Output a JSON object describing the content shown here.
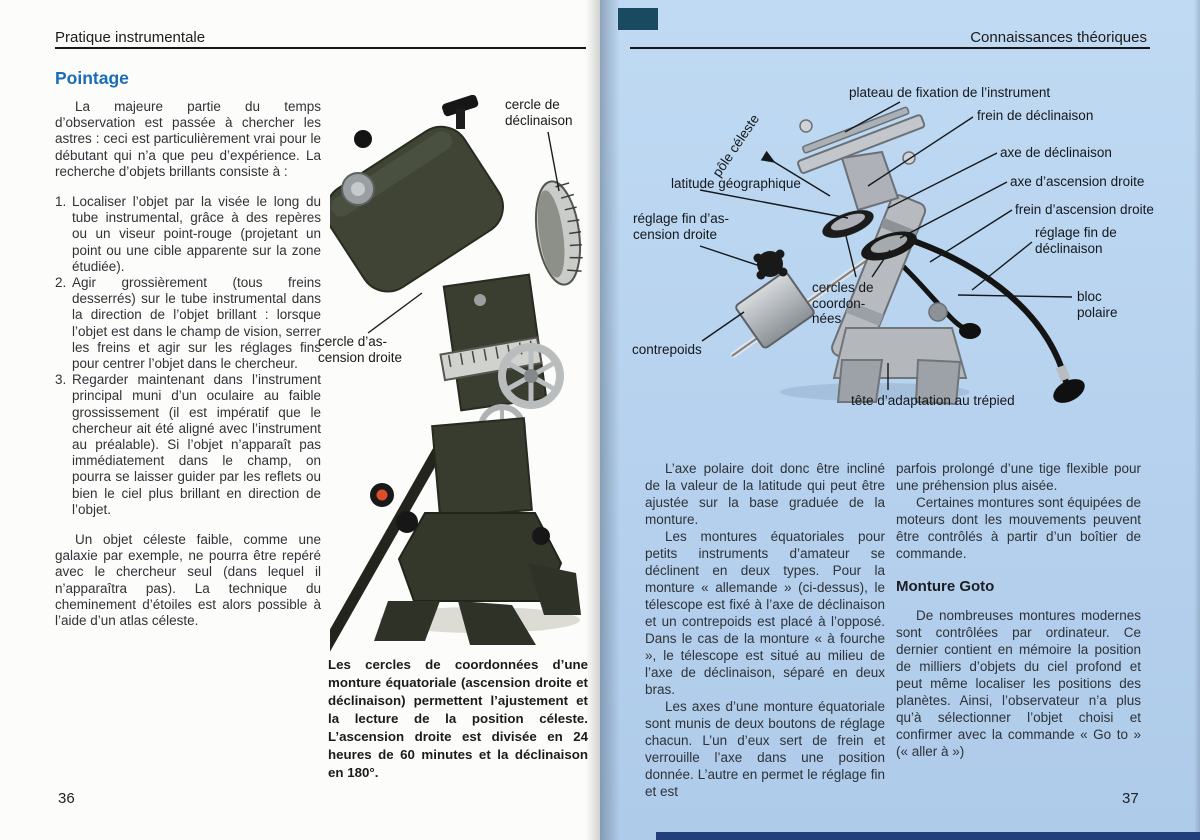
{
  "left_page": {
    "header": "Pratique instrumentale",
    "page_number": "36",
    "section_title": "Pointage",
    "intro": "La majeure partie du temps d’observation est passée à chercher les astres : ceci est particulièrement vrai pour le débutant qui n’a que peu d’expérience. La recherche d’objets brillants consiste à :",
    "list": [
      {
        "num": "1.",
        "text": "Localiser l’objet par la visée le long du tube instrumental, grâce à des repères ou un viseur point-rouge (projetant un point ou une cible apparente sur la zone étudiée)."
      },
      {
        "num": "2.",
        "text": "Agir grossièrement (tous freins desserrés) sur le tube instrumental dans la direction de l’objet brillant : lorsque l’objet est dans le champ de vision, serrer les freins et agir sur les réglages fins pour centrer l’objet dans le chercheur."
      },
      {
        "num": "3.",
        "text": "Regarder maintenant dans l’instrument principal muni d’un oculaire au faible grossissement (il est impératif que le chercheur ait été aligné avec l’instrument au préalable). Si l’objet n’apparaît pas immédiatement dans le champ, on pourra se laisser guider par les reflets ou bien le ciel plus brillant en direction de l’objet."
      }
    ],
    "closing": "Un objet céleste faible, comme une galaxie par exemple, ne pourra être repéré avec le chercheur seul (dans lequel il n’apparaîtra pas). La technique du cheminement d’étoiles est alors possible à l’aide d’un atlas céleste.",
    "photo_labels": {
      "declinaison": "cercle de\ndéclinaison",
      "ascension": "cercle d’as-\ncension droite"
    },
    "caption": "Les cercles de coordonnées d’une monture équatoriale (ascension droite et déclinaison) permettent l’ajustement et la lecture de la position céleste. L’ascension droite est divisée en 24 heures de 60 minutes et la déclinaison en 180°."
  },
  "right_page": {
    "header": "Connaissances théoriques",
    "page_number": "37",
    "diagram_labels": [
      {
        "id": "plateau",
        "text": "plateau de fixation de l’instrument"
      },
      {
        "id": "frein-declinaison",
        "text": "frein de déclinaison"
      },
      {
        "id": "axe-declinaison",
        "text": "axe de déclinaison"
      },
      {
        "id": "axe-ascension",
        "text": "axe d’ascension droite"
      },
      {
        "id": "frein-ascension",
        "text": "frein d’ascension droite"
      },
      {
        "id": "reglage-declinaison",
        "text": "réglage fin de\ndéclinaison"
      },
      {
        "id": "bloc-polaire",
        "text": "bloc\npolaire"
      },
      {
        "id": "pole-celeste",
        "text": "pôle céleste"
      },
      {
        "id": "latitude",
        "text": "latitude géographique"
      },
      {
        "id": "reglage-ascension",
        "text": "réglage fin d’as-\ncension droite"
      },
      {
        "id": "cercles-coordonnees",
        "text": "cercles de\ncoordon-\nnées"
      },
      {
        "id": "contrepoids",
        "text": "contrepoids"
      },
      {
        "id": "tete-trepied",
        "text": "tête d’adaptation au trépied"
      }
    ],
    "col1": {
      "p1": "L’axe polaire doit donc être incliné de la valeur de la latitude qui peut être ajustée sur la base graduée de la monture.",
      "p2": "Les montures équatoriales pour petits instruments d’amateur se déclinent en deux types. Pour la monture « allemande » (ci-dessus), le télescope est fixé à l’axe de déclinaison et un contrepoids est placé à l’opposé. Dans le cas de la monture « à fourche », le télescope est situé au milieu de l’axe de déclinaison, séparé en deux bras.",
      "p3": "Les axes d’une monture équatoriale sont munis de deux boutons de réglage chacun. L’un d’eux sert de frein et verrouille l’axe dans une position donnée. L’autre en permet le réglage fin et est"
    },
    "col2": {
      "p1": "parfois prolongé d’une tige flexible pour une préhension plus aisée.",
      "p2": "Certaines montures sont équipées de moteurs dont les mouvements peuvent être contrôlés à partir d’un boîtier de commande.",
      "goto_heading": "Monture Goto",
      "p3": "De nombreuses montures modernes sont contrôlées par ordinateur. Ce dernier contient en mémoire la position de milliers d’objets du ciel profond et peut même localiser les positions des planètes. Ainsi, l’observateur n’a plus qu’à sélectionner l’objet choisi et confirmer avec la commande « Go to » (« aller à »)"
    }
  }
}
